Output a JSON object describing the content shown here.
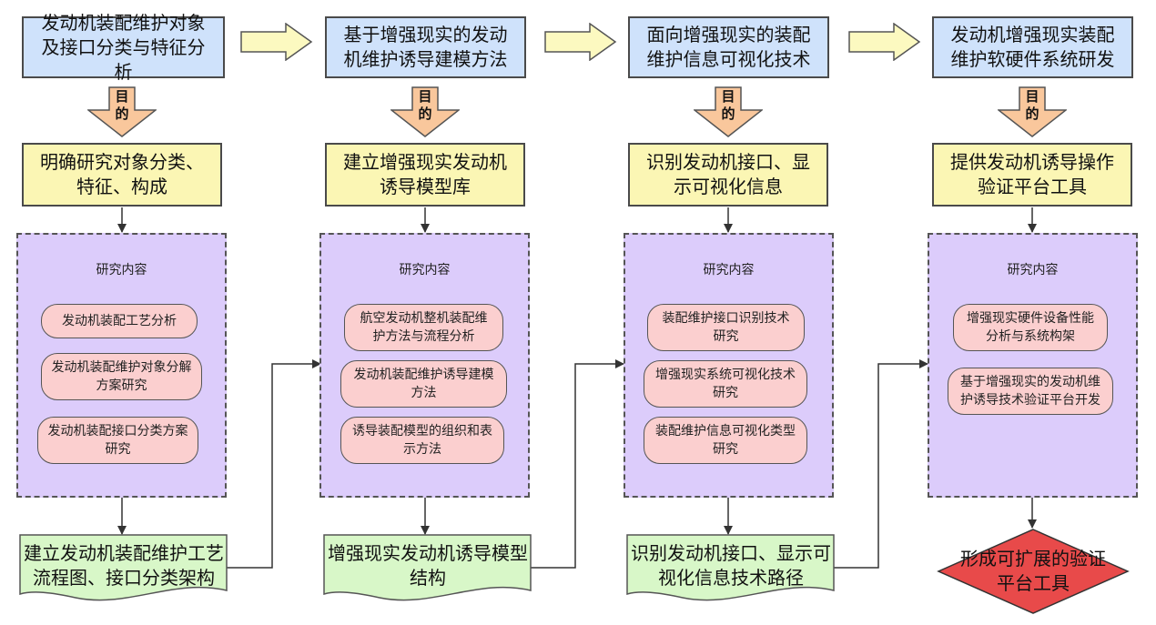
{
  "columns": [
    {
      "title": "发动机装配维护对象及接口分类与特征分析",
      "goal_label": "目的",
      "goal": "明确研究对象分类、特征、构成",
      "panel_title": "研究内容",
      "items": [
        "发动机装配工艺分析",
        "发动机装配维护对象分解方案研究",
        "发动机装配接口分类方案研究"
      ],
      "output": "建立发动机装配维护工艺流程图、接口分类架构"
    },
    {
      "title": "基于增强现实的发动机维护诱导建模方法",
      "goal_label": "目的",
      "goal": "建立增强现实发动机诱导模型库",
      "panel_title": "研究内容",
      "items": [
        "航空发动机整机装配维护方法与流程分析",
        "发动机装配维护诱导建模方法",
        "诱导装配模型的组织和表示方法"
      ],
      "output": "增强现实发动机诱导模型结构"
    },
    {
      "title": "面向增强现实的装配维护信息可视化技术",
      "goal_label": "目的",
      "goal": "识别发动机接口、显示可视化信息",
      "panel_title": "研究内容",
      "items": [
        "装配维护接口识别技术研究",
        "增强现实系统可视化技术研究",
        "装配维护信息可视化类型研究"
      ],
      "output": "识别发动机接口、显示可视化信息技术路径"
    },
    {
      "title": "发动机增强现实装配维护软硬件系统研发",
      "goal_label": "目的",
      "goal": "提供发动机诱导操作验证平台工具",
      "panel_title": "研究内容",
      "items": [
        "增强现实硬件设备性能分析与系统构架",
        "基于增强现实的发动机维护诱导技术验证平台开发"
      ],
      "output": "形成可扩展的验证平台工具"
    }
  ],
  "colors": {
    "top_fill": "#cfe2fb",
    "goal_fill": "#fbf6b4",
    "panel_fill": "#dcccfb",
    "pill_fill": "#fbcfcf",
    "output_fill": "#d8f7c8",
    "final_fill": "#e84a4a",
    "goal_arrow_fill": "#f9c79c",
    "right_arrow_fill": "#fcf9c0"
  }
}
